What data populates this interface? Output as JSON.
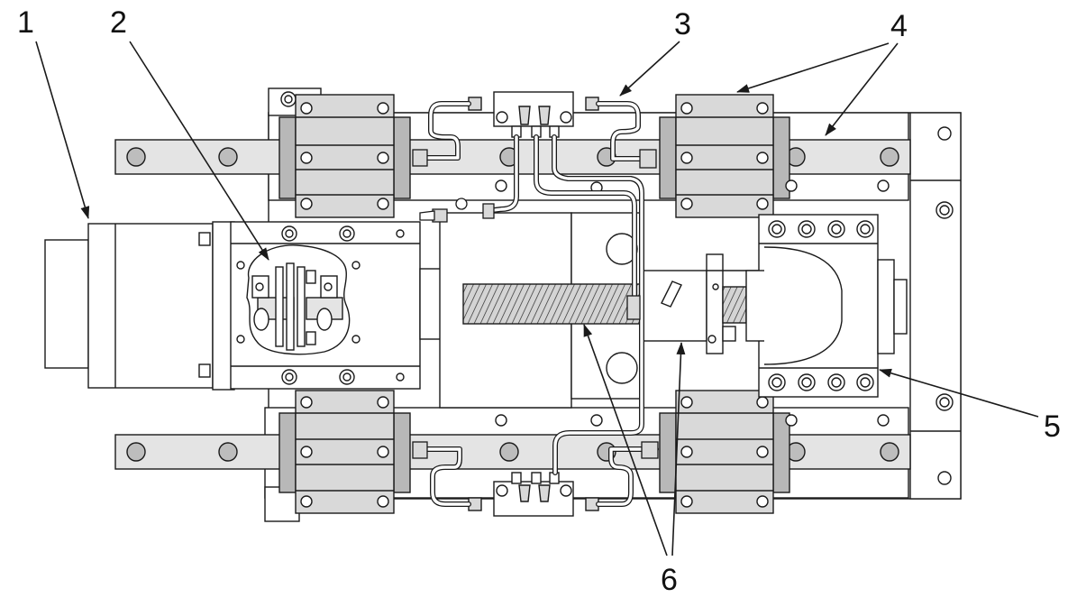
{
  "callouts": {
    "c1": "1",
    "c2": "2",
    "c3": "3",
    "c4": "4",
    "c5": "5",
    "c6": "6"
  },
  "colors": {
    "line": "#1a1a1a",
    "rail": "#e4e4e4",
    "block": "#d9d9d9",
    "block_end": "#b8b8b8",
    "bolt": "#bdbdbd",
    "screw": "#9a9a9a",
    "paper": "#ffffff"
  },
  "icons": {
    "bolt": "bolt-head-icon",
    "arrow": "leader-arrow-icon"
  }
}
